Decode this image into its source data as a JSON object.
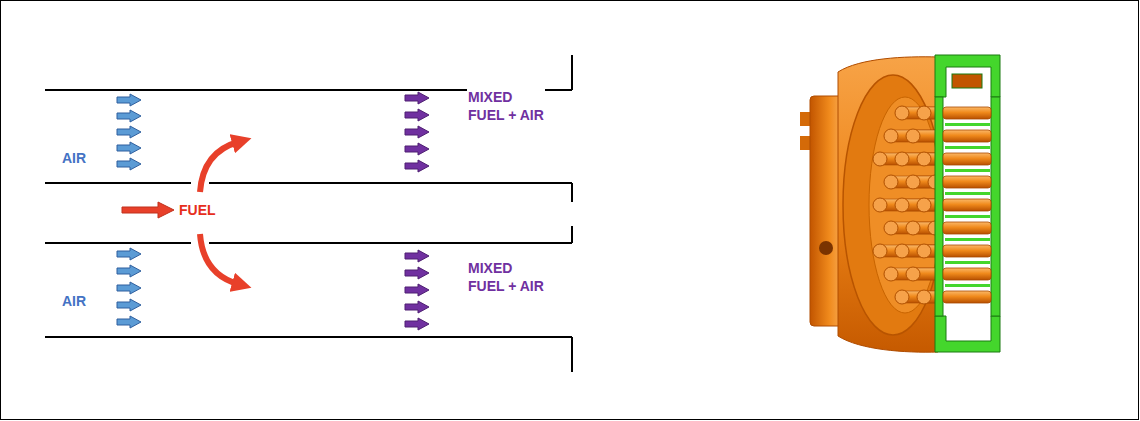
{
  "diagram": {
    "labels": [
      "AIR",
      "MIXED FUEL + AIR",
      "FUEL",
      "AIR",
      "MIXED FUEL + AIR"
    ]
  }
}
